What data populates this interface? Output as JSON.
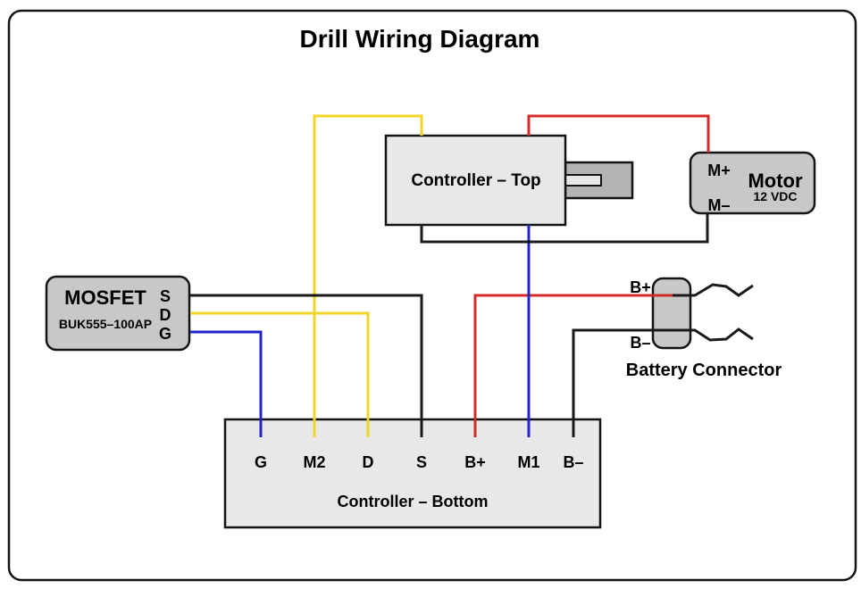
{
  "title": "Drill Wiring Diagram",
  "diagram": {
    "controller_top": {
      "label": "Controller – Top"
    },
    "controller_bottom": {
      "label": "Controller – Bottom",
      "terminals": [
        "G",
        "M2",
        "D",
        "S",
        "B+",
        "M1",
        "B–"
      ]
    },
    "mosfet": {
      "label": "MOSFET",
      "part_number": "BUK555–100AP",
      "pins": [
        "S",
        "D",
        "G"
      ]
    },
    "motor": {
      "label": "Motor",
      "voltage": "12 VDC",
      "terminal_positive": "M+",
      "terminal_negative": "M–"
    },
    "battery_connector": {
      "label": "Battery Connector",
      "terminal_positive": "B+",
      "terminal_negative": "B–"
    },
    "colors": {
      "wire_black": "#1a1a1a",
      "wire_red": "#d42a2a",
      "wire_blue": "#2323cd",
      "wire_yellow": "#f0d525",
      "box_light": "#e8e8e8",
      "box_medium": "#c8c8c8",
      "tab_gray": "#b4b4b4"
    }
  }
}
